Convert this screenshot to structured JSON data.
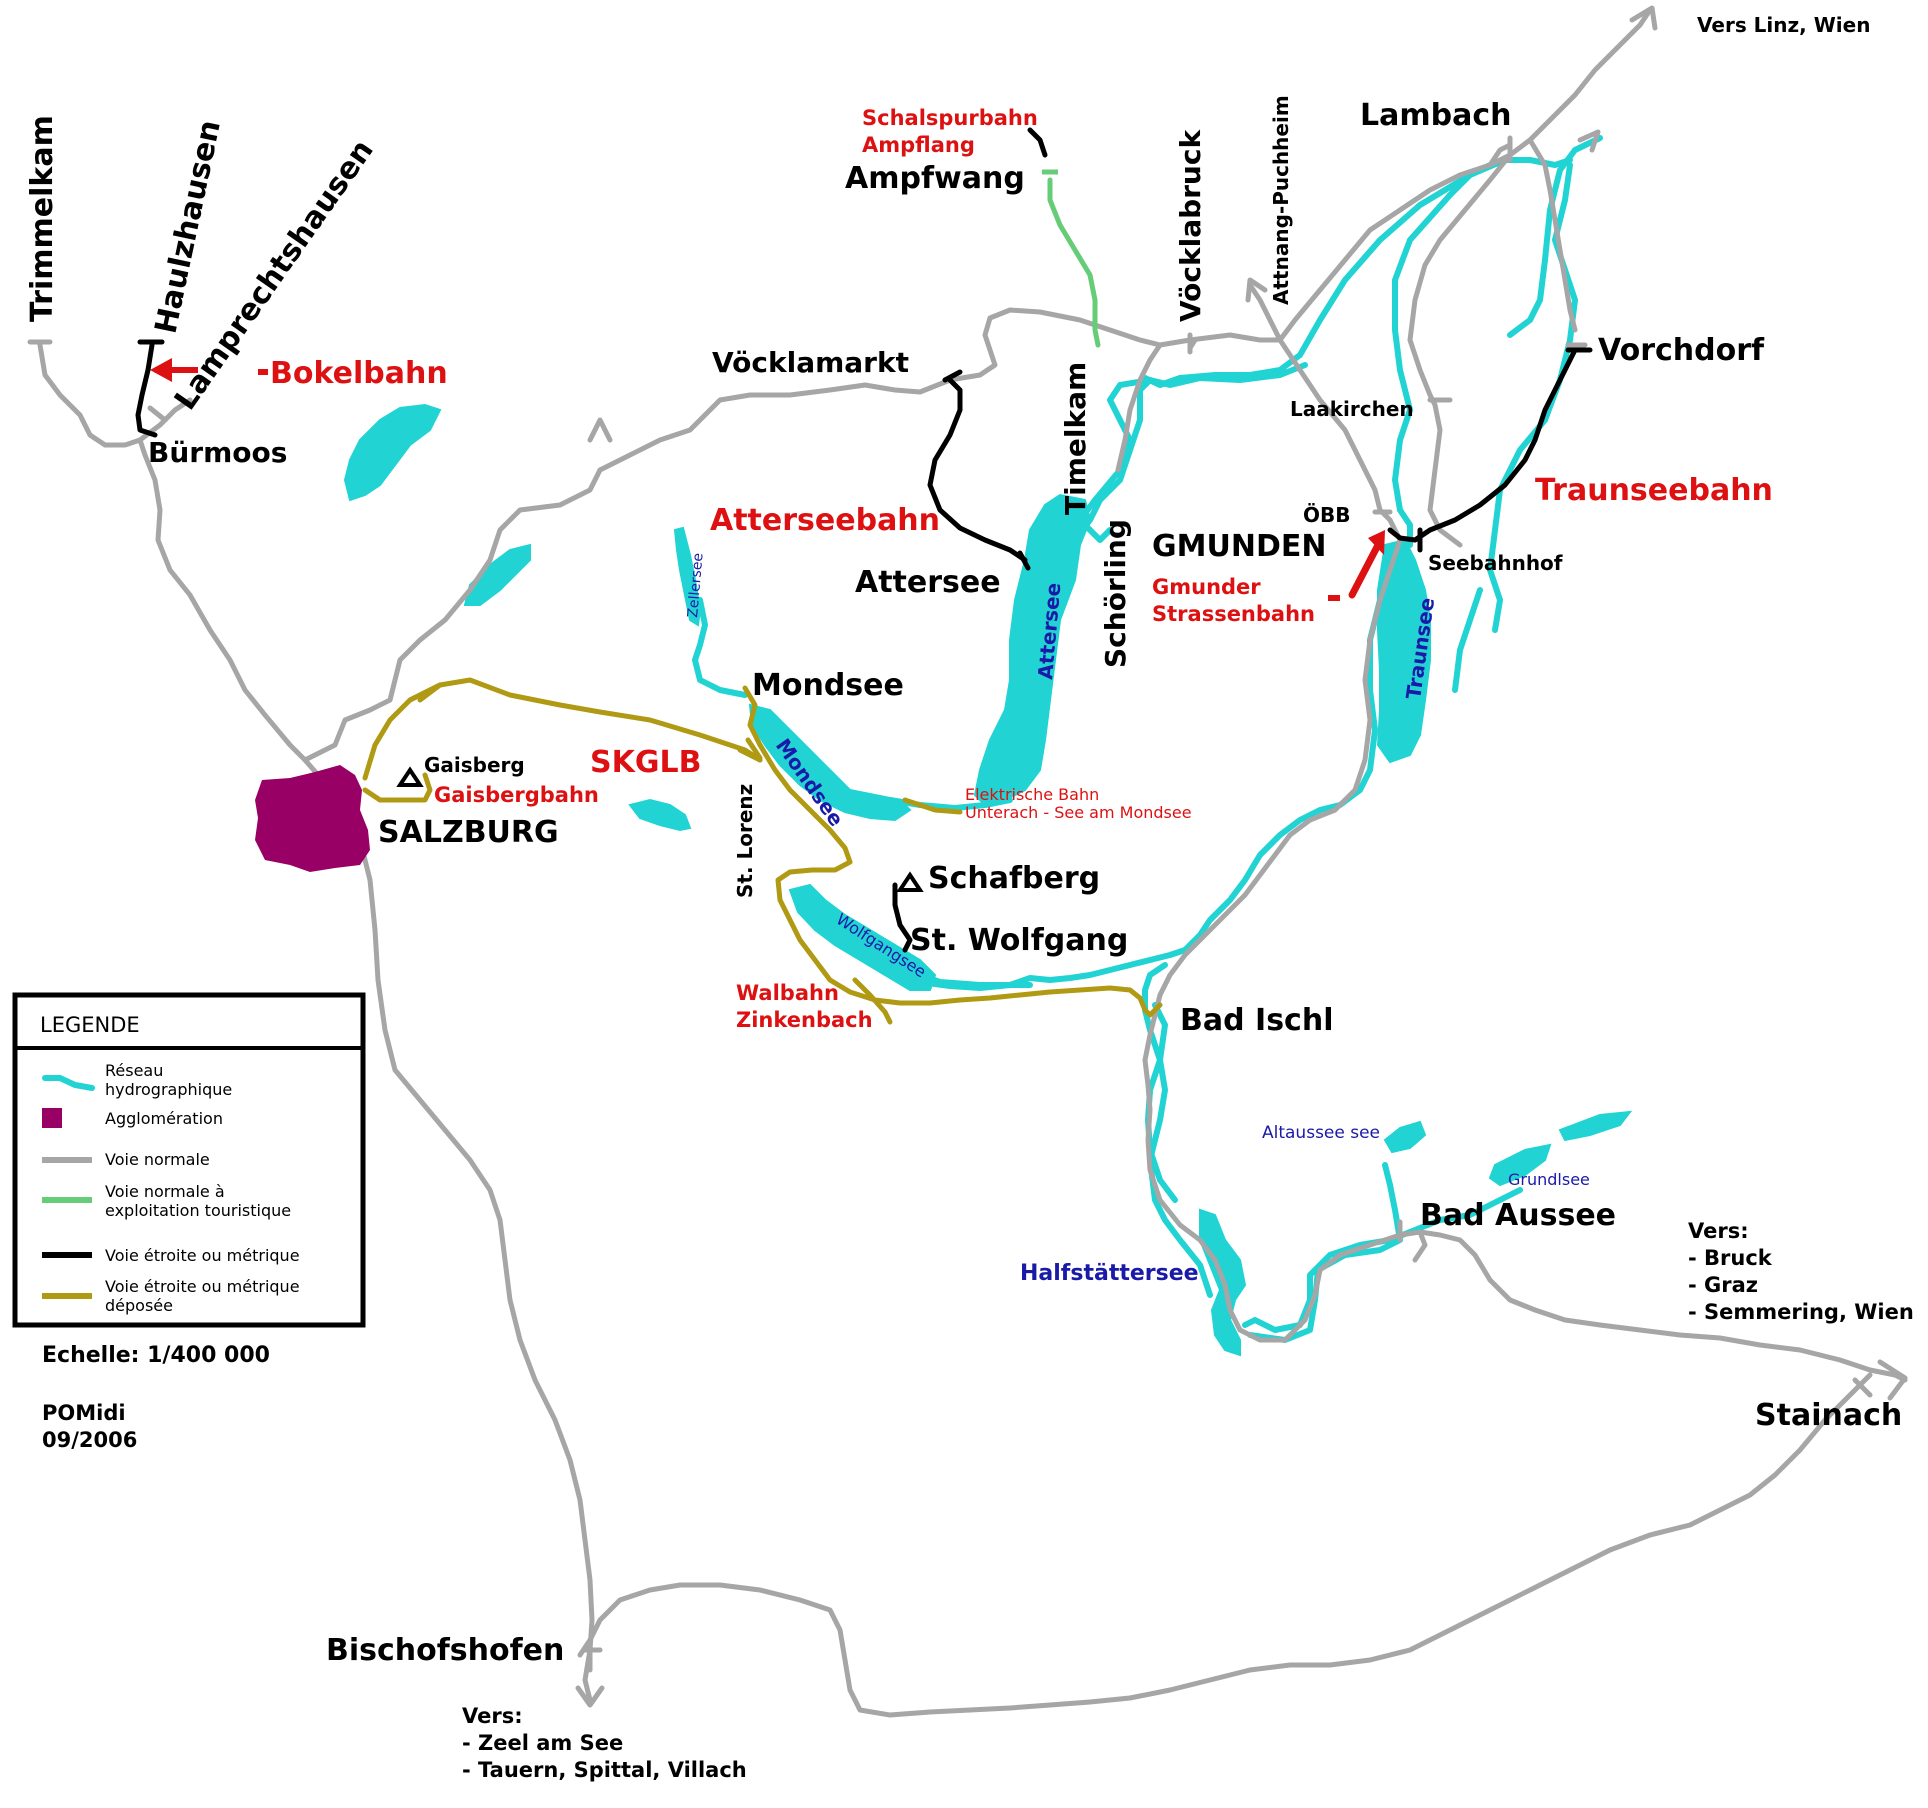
{
  "places": {
    "trimmelkam": "Trimmelkam",
    "haulzhausen": "Haulzhausen",
    "lamprechtshausen": "Lamprechtshausen",
    "burmoos": "Bürmoos",
    "ampfwang": "Ampfwang",
    "vocklamarkt": "Vöcklamarkt",
    "timelkam": "Timelkam",
    "vocklabruck": "Vöcklabruck",
    "attnang": "Attnang-Puchheim",
    "lambach": "Lambach",
    "vers_linz": "Vers Linz, Wien",
    "vorchdorf": "Vorchdorf",
    "laakirchen": "Laakirchen",
    "obb": "ÖBB",
    "gmunden": "GMUNDEN",
    "seebahnhof": "Seebahnhof",
    "attersee_town": "Attersee",
    "schorling": "Schörling",
    "mondsee_town": "Mondsee",
    "gaisberg": "Gaisberg",
    "salzburg": "SALZBURG",
    "st_lorenz": "St. Lorenz",
    "schafberg": "Schafberg",
    "st_wolfgang": "St. Wolfgang",
    "bad_ischl": "Bad Ischl",
    "bad_aussee": "Bad Aussee",
    "stainach": "Stainach",
    "bischofshofen": "Bischofshofen",
    "vers_east": [
      "Vers:",
      "- Bruck",
      "- Graz",
      "- Semmering, Wien"
    ],
    "vers_south": [
      "Vers:",
      "- Zeel am See",
      "- Tauern, Spittal, Villach"
    ]
  },
  "railways": {
    "bokelbahn": "Bokelbahn",
    "schalspurbahn": [
      "Schalspurbahn",
      "Ampflang"
    ],
    "atterseebahn": "Atterseebahn",
    "traunseebahn": "Traunseebahn",
    "gmunder": [
      "Gmunder",
      "Strassenbahn"
    ],
    "skglb": "SKGLB",
    "gaisbergbahn": "Gaisbergbahn",
    "elektrische": [
      "Elektrische Bahn",
      "Unterach - See am Mondsee"
    ],
    "walbahn": [
      "Walbahn",
      "Zinkenbach"
    ]
  },
  "lakes": {
    "zellersee": "Zellersee",
    "attersee": "Attersee",
    "mondsee": "Mondsee",
    "wolfgangsee": "Wolfgangsee",
    "traunsee": "Traunsee",
    "altaussee": "Altaussee see",
    "grundlsee": "Grundlsee",
    "halfstattersee": "Halfstättersee"
  },
  "legend": {
    "title": "LEGENDE",
    "items": [
      "Réseau\nhydrographique",
      "Agglomération",
      "Voie normale",
      "Voie normale à\nexploitation touristique",
      "Voie étroite ou métrique",
      "Voie étroite ou métrique\ndéposée"
    ]
  },
  "scale": "Echelle: 1/400 000",
  "credit": [
    "POMidi",
    "09/2006"
  ],
  "colors": {
    "water": "#22d3d3",
    "agglomeration": "#990066",
    "normal": "#a6a6a6",
    "tourist": "#66cc77",
    "narrow": "#000000",
    "removed": "#b09a14",
    "railway_label": "#dd1111",
    "lake_label": "#1a1aa8"
  }
}
